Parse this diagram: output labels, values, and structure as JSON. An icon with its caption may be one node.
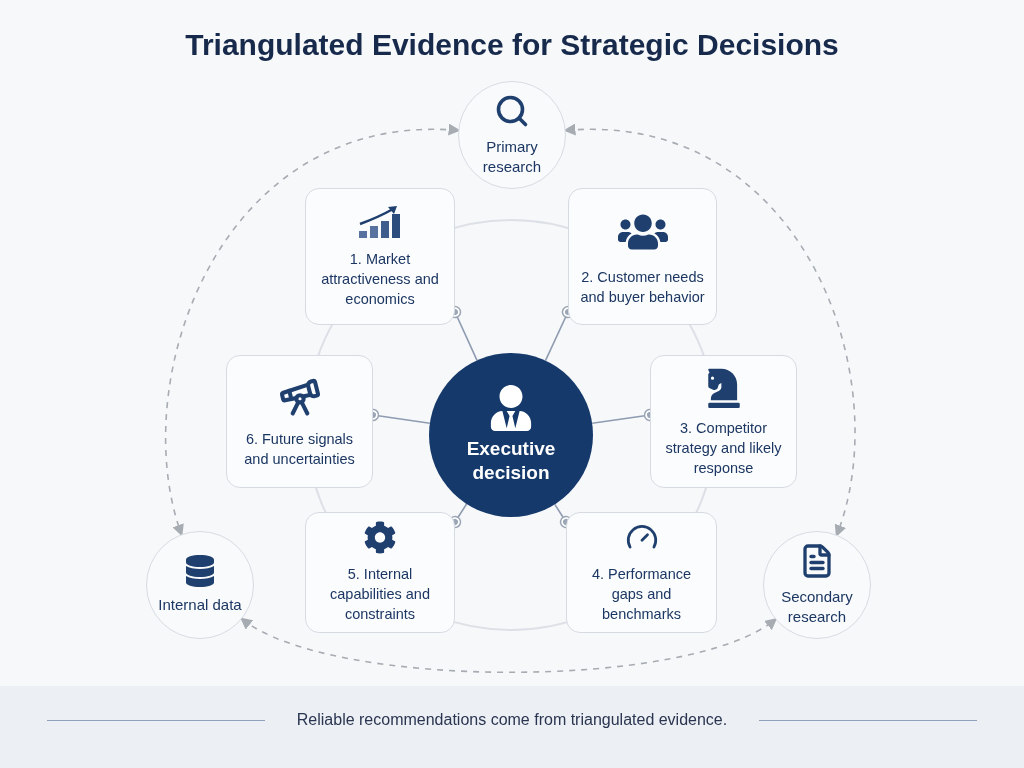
{
  "diagram": {
    "title": "Triangulated Evidence for Strategic Decisions",
    "nodes": [
      {
        "text": [
          "Primary research"
        ]
      },
      {
        "text": [
          "1. Market attractiveness and economics"
        ]
      },
      {
        "text": [
          "2. Customer needs and buyer behavior"
        ]
      },
      {
        "text": [
          "6. Future signals and uncertainties"
        ]
      },
      {
        "text": [
          "Executive decision"
        ]
      },
      {
        "text": [
          "3. Competitor strategy and likely response"
        ]
      },
      {
        "text": [
          "Internal data"
        ]
      },
      {
        "text": [
          "5. Internal capabilities and constraints"
        ]
      },
      {
        "text": [
          "4. Performance gaps and benchmarks"
        ]
      },
      {
        "text": [
          "Secondary research"
        ]
      }
    ],
    "edges": [
      {
        "from": 4,
        "to": 1,
        "arrow": "other"
      },
      {
        "from": 4,
        "to": 2,
        "arrow": "other"
      },
      {
        "from": 4,
        "to": 3,
        "arrow": "other"
      },
      {
        "from": 4,
        "to": 5,
        "arrow": "other"
      },
      {
        "from": 4,
        "to": 7,
        "arrow": "other"
      },
      {
        "from": 4,
        "to": 8,
        "arrow": "other"
      },
      {
        "from": 0,
        "to": 6,
        "arrow": "both",
        "style": "dashed",
        "color": "#a7acb3"
      },
      {
        "from": 0,
        "to": 9,
        "arrow": "both",
        "style": "dashed",
        "color": "#a7acb3"
      },
      {
        "from": 6,
        "to": 9,
        "arrow": "both",
        "style": "dashed",
        "color": "#a7acb3"
      }
    ],
    "labels": [
      "Reliable recommendations come from triangulated evidence."
    ]
  }
}
